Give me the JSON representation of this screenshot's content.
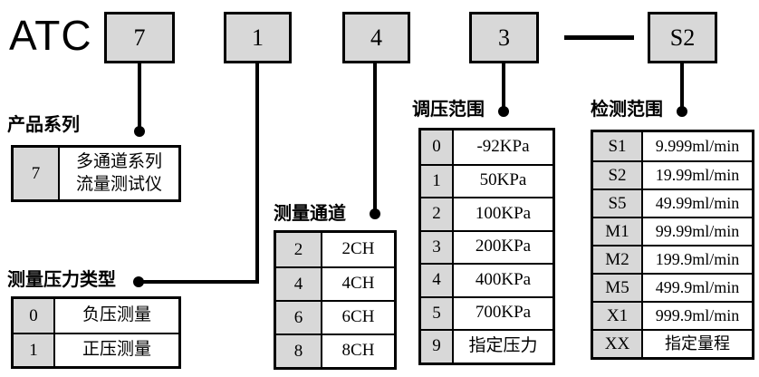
{
  "code": {
    "prefix": "ATC",
    "segments": [
      "7",
      "1",
      "4",
      "3",
      "S2"
    ]
  },
  "sections": {
    "series": {
      "title": "产品系列",
      "rows": [
        {
          "key": "7",
          "value": "多通道系列\n流量测试仪"
        }
      ]
    },
    "pressure_type": {
      "title": "测量压力类型",
      "rows": [
        {
          "key": "0",
          "value": "负压测量"
        },
        {
          "key": "1",
          "value": "正压测量"
        }
      ]
    },
    "channels": {
      "title": "测量通道",
      "rows": [
        {
          "key": "2",
          "value": "2CH"
        },
        {
          "key": "4",
          "value": "4CH"
        },
        {
          "key": "6",
          "value": "6CH"
        },
        {
          "key": "8",
          "value": "8CH"
        }
      ]
    },
    "pressure_range": {
      "title": "调压范围",
      "rows": [
        {
          "key": "0",
          "value": "-92KPa"
        },
        {
          "key": "1",
          "value": "50KPa"
        },
        {
          "key": "2",
          "value": "100KPa"
        },
        {
          "key": "3",
          "value": "200KPa"
        },
        {
          "key": "4",
          "value": "400KPa"
        },
        {
          "key": "5",
          "value": "700KPa"
        },
        {
          "key": "9",
          "value": "指定压力"
        }
      ]
    },
    "detection_range": {
      "title": "检测范围",
      "rows": [
        {
          "key": "S1",
          "value": "9.999ml/min"
        },
        {
          "key": "S2",
          "value": "19.99ml/min"
        },
        {
          "key": "S5",
          "value": "49.99ml/min"
        },
        {
          "key": "M1",
          "value": "99.99ml/min"
        },
        {
          "key": "M2",
          "value": "199.9ml/min"
        },
        {
          "key": "M5",
          "value": "499.9ml/min"
        },
        {
          "key": "X1",
          "value": "999.9ml/min"
        },
        {
          "key": "XX",
          "value": "指定量程"
        }
      ]
    }
  },
  "colors": {
    "box_fill": "#d8d8d8",
    "line": "#000000",
    "background": "#ffffff"
  }
}
